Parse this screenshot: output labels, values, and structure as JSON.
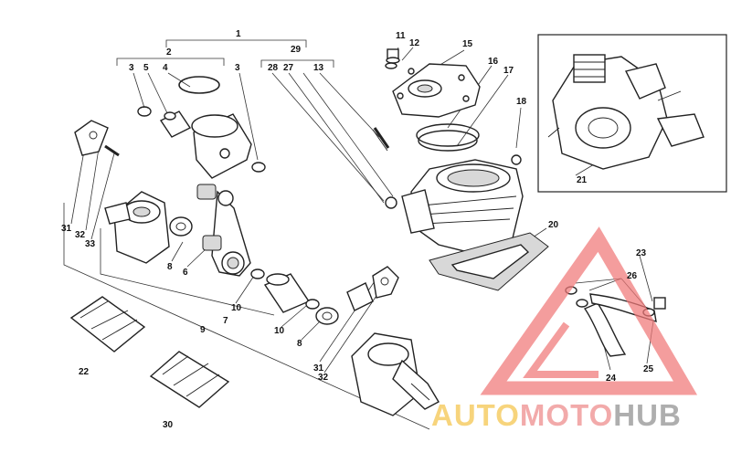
{
  "callouts": {
    "c1": "1",
    "c2": "2",
    "c3a": "3",
    "c3b": "3",
    "c4": "4",
    "c5": "5",
    "c6": "6",
    "c7": "7",
    "c8a": "8",
    "c8b": "8",
    "c9": "9",
    "c10a": "10",
    "c10b": "10",
    "c11": "11",
    "c12": "12",
    "c13": "13",
    "c15": "15",
    "c16": "16",
    "c17": "17",
    "c18": "18",
    "c20": "20",
    "c21": "21",
    "c22": "22",
    "c23": "23",
    "c24": "24",
    "c25": "25",
    "c26": "26",
    "c27": "27",
    "c28": "28",
    "c29": "29",
    "c30": "30",
    "c31a": "31",
    "c31b": "31",
    "c32a": "32",
    "c32b": "32",
    "c33": "33"
  },
  "watermark": {
    "part1": "AUTO",
    "part2": "MOTO",
    "part3": "HUB",
    "color1": "#f4c44a",
    "color2": "#ee8a8a",
    "color3": "#8f8f8f",
    "triangle_color": "#f07878"
  }
}
